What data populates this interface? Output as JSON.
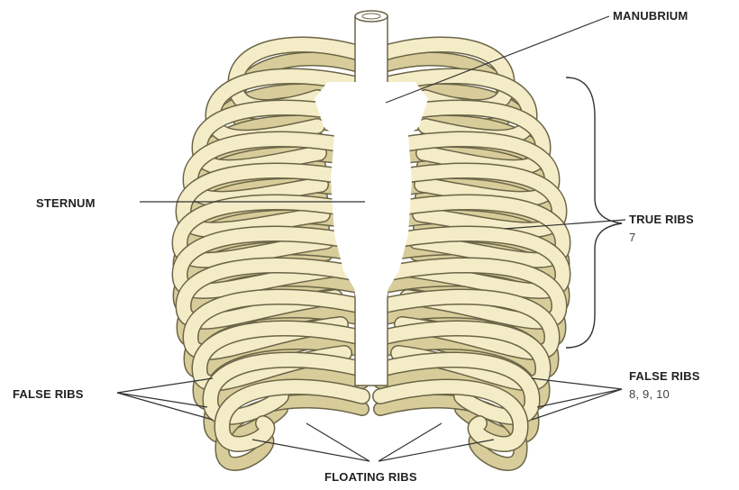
{
  "labels": {
    "manubrium": "MANUBRIUM",
    "sternum": "STERNUM",
    "true_ribs": "TRUE RIBS",
    "true_ribs_count": "7",
    "false_ribs_left": "FALSE RIBS",
    "false_ribs_right": "FALSE RIBS",
    "false_ribs_numbers": "8, 9, 10",
    "floating_ribs": "FLOATING RIBS"
  },
  "colors": {
    "bone_fill": "#f3ecc6",
    "bone_dark": "#d8cd9a",
    "bone_outline": "#6b6548",
    "line": "#333333"
  }
}
